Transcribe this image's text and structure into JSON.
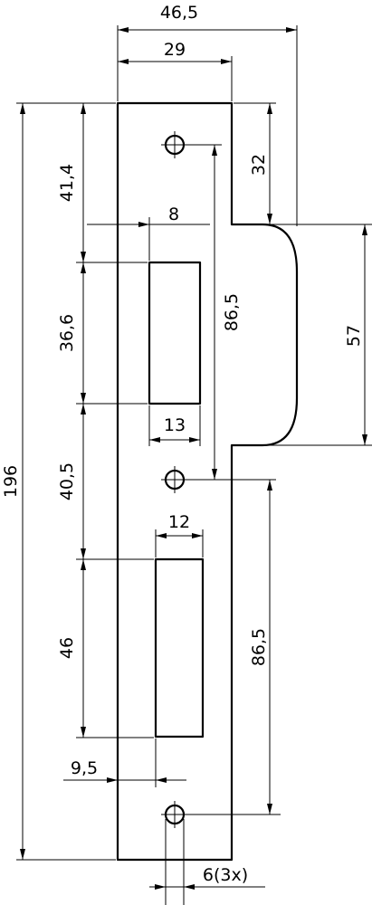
{
  "dimensions": {
    "overall_width": "46,5",
    "plate_width": "29",
    "hole_top_offset": "32",
    "slot1_top_offset": "41,4",
    "slot1_width": "8",
    "slot1_height": "36,6",
    "hole_spacing_upper": "86,5",
    "lip_height": "57",
    "slot1_bottom_width": "13",
    "overall_length": "196",
    "slot2_offset": "40,5",
    "slot2_width": "12",
    "slot2_height": "46",
    "hole_spacing_lower": "86,5",
    "slot2_left_offset": "9,5",
    "hole_diameter": "6(3x)"
  }
}
